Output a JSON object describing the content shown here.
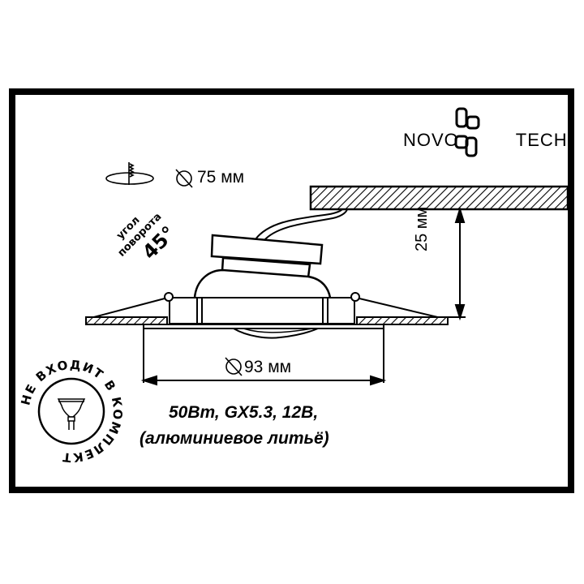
{
  "brand": {
    "logo_left": "NOVO",
    "logo_right": "TECH"
  },
  "cutout": {
    "icon": "ceiling-cutout-saw-icon",
    "symbol": "diameter-symbol",
    "value": "75 мм"
  },
  "rotation": {
    "line1": "угол",
    "line2": "поворота",
    "value": "45°"
  },
  "dimensions": {
    "height_label": "25 мм",
    "diameter_symbol": "diameter-symbol",
    "diameter_value": "93 мм"
  },
  "specs": {
    "line1": "50Вт, GX5.3, 12В,",
    "line2": "(алюминиевое литьё)"
  },
  "badge": {
    "text": "НЕ ВХОДИТ В КОМПЛЕКТ",
    "icon": "mr16-bulb-icon"
  },
  "colors": {
    "line": "#000000",
    "background": "#ffffff"
  }
}
